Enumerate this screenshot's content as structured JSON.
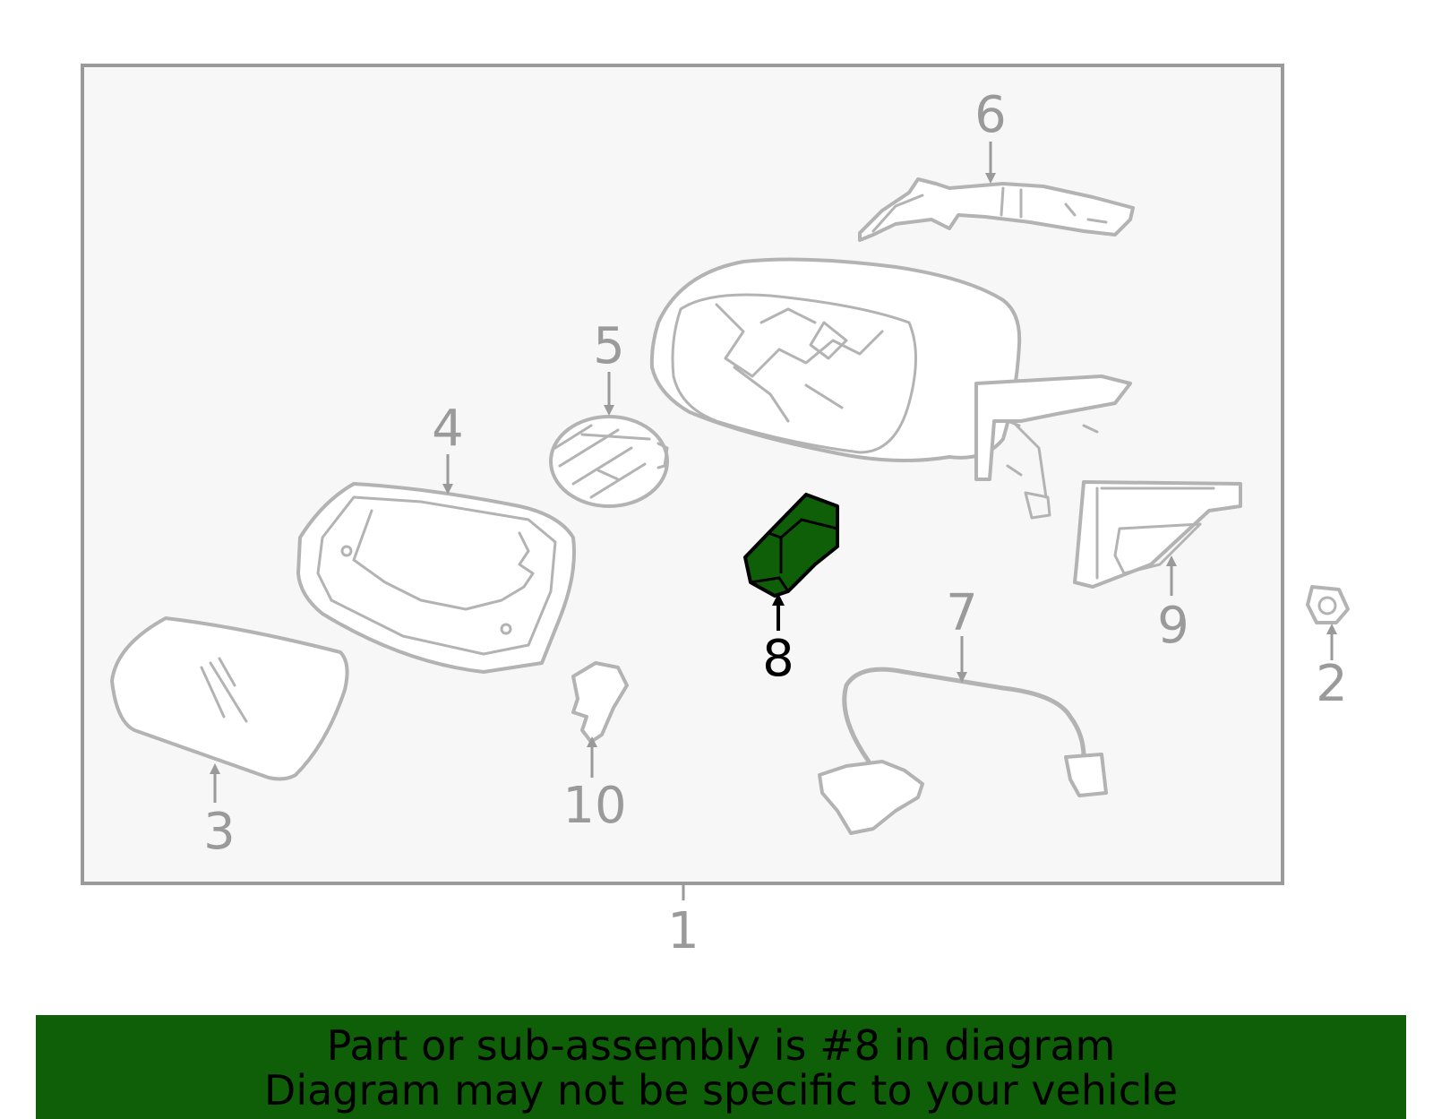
{
  "diagram": {
    "callouts": {
      "c1": "1",
      "c2": "2",
      "c3": "3",
      "c4": "4",
      "c5": "5",
      "c6": "6",
      "c7": "7",
      "c8": "8",
      "c9": "9",
      "c10": "10"
    },
    "highlighted_part": "8",
    "highlight_color": "#0f5f08",
    "frame_fill": "#f7f7f7",
    "line_color": "#b3b3b3"
  },
  "banner": {
    "line1": "Part or sub-assembly is #8 in diagram",
    "line2": "Diagram may not be specific to your vehicle",
    "background": "#0f5f08"
  }
}
